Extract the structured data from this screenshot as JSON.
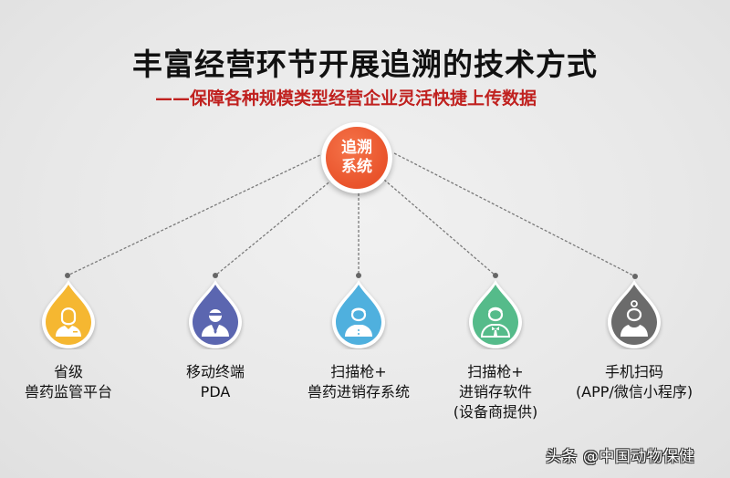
{
  "header": {
    "title": "丰富经营环节开展追溯的技术方式",
    "subtitle": "——保障各种规模类型经营企业灵活快捷上传数据"
  },
  "hub": {
    "line1": "追溯",
    "line2": "系统",
    "color": "#e9532b"
  },
  "nodes": [
    {
      "color": "#f5b731",
      "icon": "doctor-icon",
      "lines": [
        "省级",
        "兽药监管平台"
      ]
    },
    {
      "color": "#5b66b0",
      "icon": "businessman-glasses-icon",
      "lines": [
        "移动终端",
        "PDA"
      ]
    },
    {
      "color": "#4fb0de",
      "icon": "user-icon",
      "lines": [
        "扫描枪+",
        "兽药进销存系统"
      ]
    },
    {
      "color": "#55bb8a",
      "icon": "waiter-icon",
      "lines": [
        "扫描枪+",
        "进销存软件",
        "(设备商提供)"
      ]
    },
    {
      "color": "#6b6b6b",
      "icon": "woman-bun-icon",
      "lines": [
        "手机扫码",
        "(APP/微信小程序)"
      ]
    }
  ],
  "connector": {
    "style": "dashed",
    "color": "#777777"
  },
  "watermark": "头条 @中国动物保健"
}
